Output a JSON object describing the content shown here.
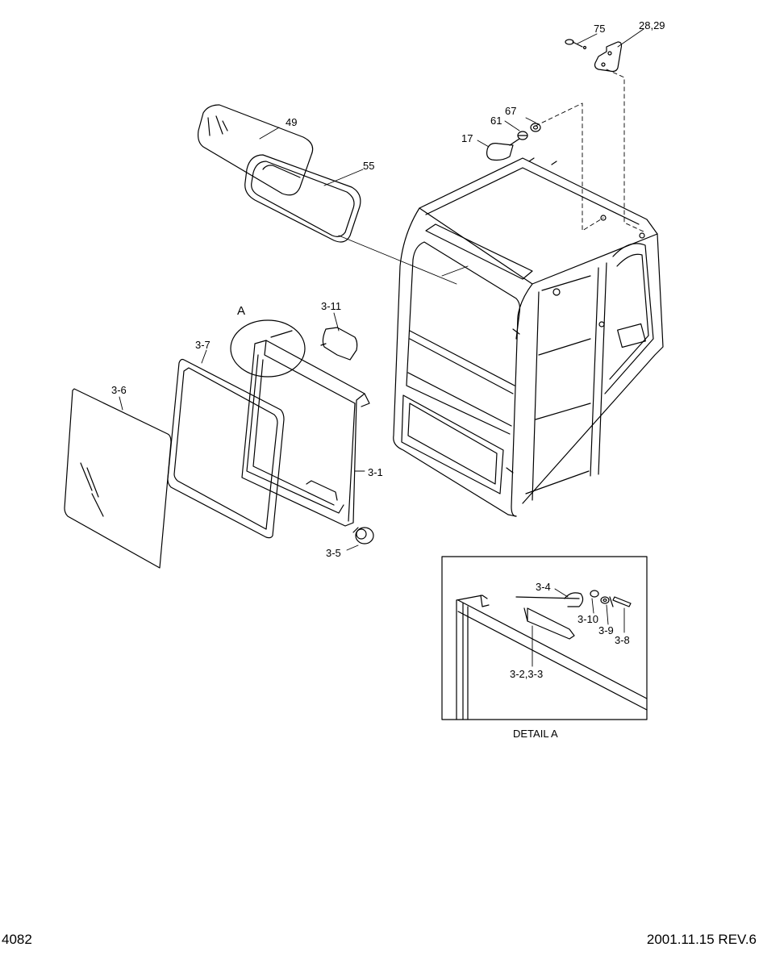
{
  "labels": {
    "p75": "75",
    "p2829": "28,29",
    "p67": "67",
    "p61": "61",
    "p17": "17",
    "p49": "49",
    "p55": "55",
    "detail_marker": "A",
    "p311": "3-11",
    "p37": "3-7",
    "p36": "3-6",
    "p31": "3-1",
    "p35": "3-5",
    "p34": "3-4",
    "p310": "3-10",
    "p39": "3-9",
    "p38": "3-8",
    "p3233": "3-2,3-3"
  },
  "detail": {
    "caption": "DETAIL  A"
  },
  "footer": {
    "page_number": "4082",
    "date_rev": "2001.11.15  REV.6"
  }
}
